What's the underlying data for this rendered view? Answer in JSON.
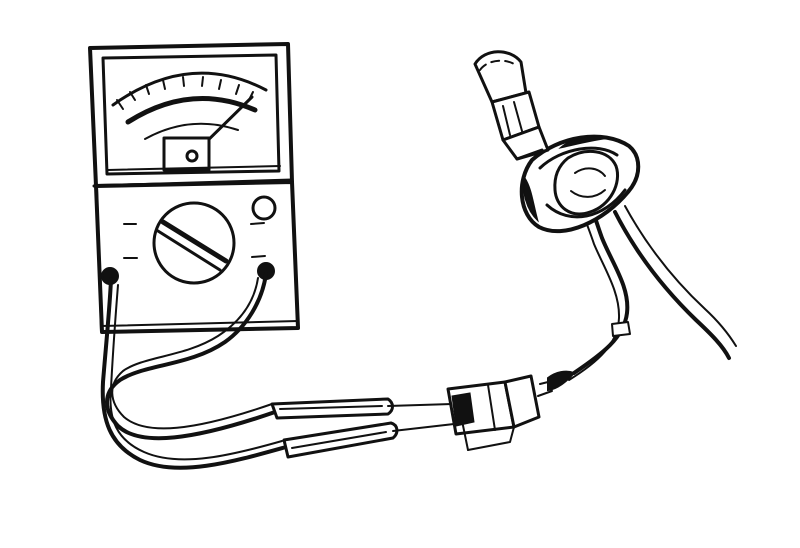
{
  "diagram": {
    "kind": "line-art illustration",
    "subject": "",
    "colors": {
      "ink": "#111111",
      "paper": "#ffffff"
    },
    "parts": [
      {
        "id": "multimeter",
        "icon": "multimeter-icon"
      },
      {
        "id": "meter-dial",
        "icon": "meter-scale-icon"
      },
      {
        "id": "selector-knob",
        "icon": "rotary-knob-icon"
      },
      {
        "id": "zero-adjust",
        "icon": "adjust-knob-icon"
      },
      {
        "id": "test-lead-left",
        "icon": "test-lead-icon"
      },
      {
        "id": "test-lead-right",
        "icon": "test-lead-icon"
      },
      {
        "id": "probe-upper",
        "icon": "probe-icon"
      },
      {
        "id": "probe-lower",
        "icon": "probe-icon"
      },
      {
        "id": "connector",
        "icon": "connector-icon"
      },
      {
        "id": "sensor-switch",
        "icon": "sensor-icon"
      },
      {
        "id": "bulb",
        "icon": "bulb-icon"
      },
      {
        "id": "wire-harness",
        "icon": "wire-icon"
      }
    ]
  }
}
